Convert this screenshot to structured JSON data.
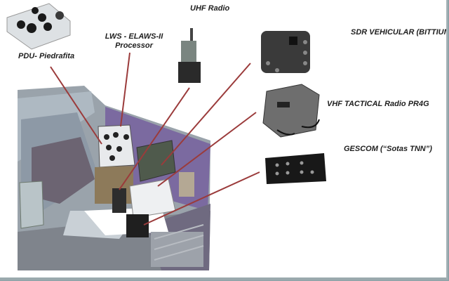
{
  "diagram": {
    "labels": {
      "pdu": "PDU- Piedrafita",
      "lws_line1": "LWS - ELAWS-II",
      "lws_line2": "Processor",
      "uhf": "UHF Radio",
      "sdr": "SDR VEHICULAR (BITTIUM)",
      "vhf": "VHF TACTICAL Radio PR4G",
      "gescom": "GESCOM (“Sotas TNN”)"
    },
    "colors": {
      "leader_line": "#9b3b3b",
      "hull_panel": "#7c6a9a",
      "hull_gray": "#8c9096",
      "device_dark": "#2c2c2c",
      "background": "#ffffff"
    }
  }
}
